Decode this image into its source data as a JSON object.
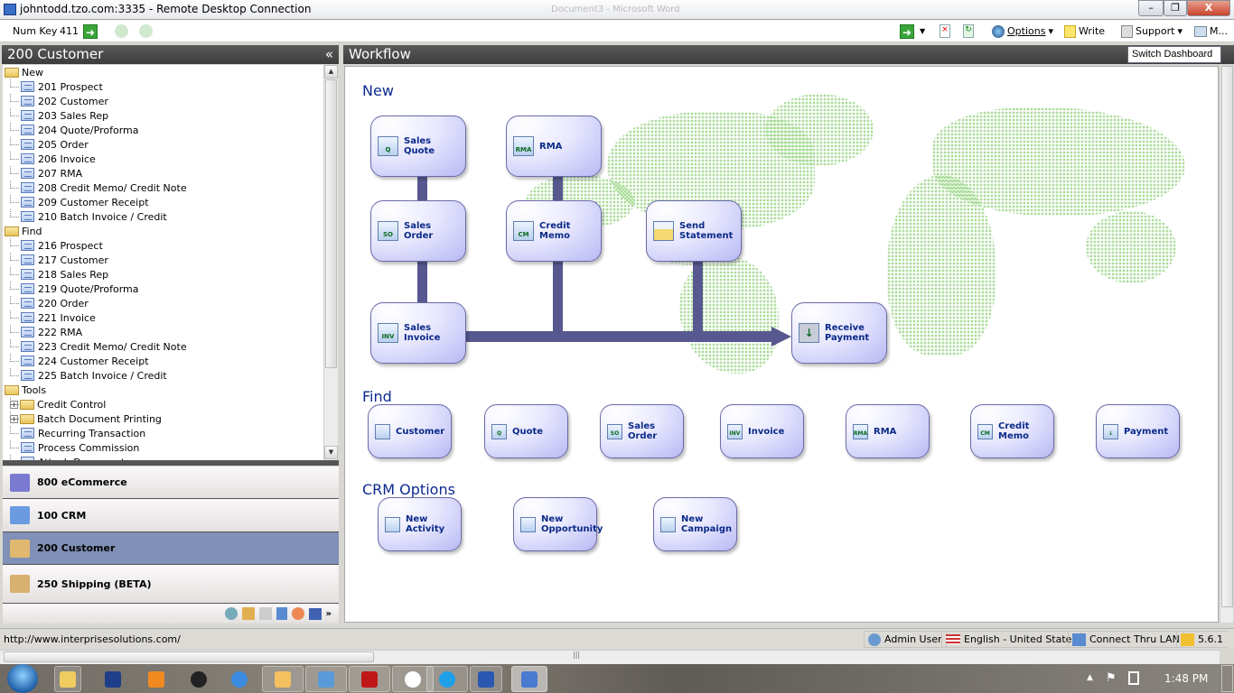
{
  "window": {
    "title": "johntodd.tzo.com:3335 - Remote Desktop Connection",
    "background_title": "Document3 - Microsoft Word"
  },
  "toolbar": {
    "numkey_label": "Num Key",
    "numkey_value": "411",
    "options": "Options",
    "write": "Write",
    "support": "Support",
    "mail": "M..."
  },
  "left": {
    "title": "200 Customer",
    "collapse": "«",
    "tree": [
      {
        "type": "folder",
        "label": "New"
      },
      {
        "type": "doc",
        "label": "201 Prospect"
      },
      {
        "type": "doc",
        "label": "202 Customer"
      },
      {
        "type": "doc",
        "label": "203 Sales Rep"
      },
      {
        "type": "doc",
        "label": "204 Quote/Proforma"
      },
      {
        "type": "doc",
        "label": "205 Order"
      },
      {
        "type": "doc",
        "label": "206 Invoice"
      },
      {
        "type": "doc",
        "label": "207 RMA"
      },
      {
        "type": "doc",
        "label": "208 Credit Memo/ Credit Note"
      },
      {
        "type": "doc",
        "label": "209 Customer Receipt"
      },
      {
        "type": "doc",
        "label": "210 Batch Invoice / Credit"
      },
      {
        "type": "folder",
        "label": "Find"
      },
      {
        "type": "doc",
        "label": "216 Prospect"
      },
      {
        "type": "doc",
        "label": "217 Customer"
      },
      {
        "type": "doc",
        "label": "218 Sales Rep"
      },
      {
        "type": "doc",
        "label": "219 Quote/Proforma"
      },
      {
        "type": "doc",
        "label": "220 Order"
      },
      {
        "type": "doc",
        "label": "221 Invoice"
      },
      {
        "type": "doc",
        "label": "222 RMA"
      },
      {
        "type": "doc",
        "label": "223 Credit Memo/ Credit Note"
      },
      {
        "type": "doc",
        "label": "224 Customer Receipt"
      },
      {
        "type": "doc",
        "label": "225 Batch Invoice / Credit"
      },
      {
        "type": "folder",
        "label": "Tools"
      },
      {
        "type": "subfolder",
        "label": "Credit Control"
      },
      {
        "type": "subfolder",
        "label": "Batch Document Printing"
      },
      {
        "type": "doc",
        "label": "Recurring Transaction"
      },
      {
        "type": "doc",
        "label": "Process Commission"
      },
      {
        "type": "doc",
        "label": "Attach Document"
      }
    ],
    "nav": [
      {
        "label": "800 eCommerce",
        "icon": "cart-icon"
      },
      {
        "label": "100 CRM",
        "icon": "crm-card-icon"
      },
      {
        "label": "200 Customer",
        "icon": "grocery-bag-icon",
        "selected": true
      },
      {
        "label": "250 Shipping (BETA)",
        "icon": "box-icon"
      }
    ]
  },
  "workflow": {
    "title": "Workflow",
    "switch": "Switch Dashboard",
    "new_heading": "New",
    "find_heading": "Find",
    "crm_heading": "CRM Options",
    "new": {
      "sales_quote": {
        "label": "Sales\nQuote",
        "badge": "Q"
      },
      "rma": {
        "label": "RMA",
        "badge": "RMA"
      },
      "sales_order": {
        "label": "Sales\nOrder",
        "badge": "SO"
      },
      "credit_memo": {
        "label": "Credit\nMemo",
        "badge": "CM"
      },
      "send_statement": {
        "label": "Send\nStatement",
        "badge": ""
      },
      "sales_invoice": {
        "label": "Sales\nInvoice",
        "badge": "INV"
      },
      "receive_payment": {
        "label": "Receive\nPayment",
        "badge": "↓"
      }
    },
    "find": [
      {
        "label": "Customer",
        "badge": ""
      },
      {
        "label": "Quote",
        "badge": "Q"
      },
      {
        "label": "Sales\nOrder",
        "badge": "SO"
      },
      {
        "label": "Invoice",
        "badge": "INV"
      },
      {
        "label": "RMA",
        "badge": "RMA"
      },
      {
        "label": "Credit\nMemo",
        "badge": "CM"
      },
      {
        "label": "Payment",
        "badge": "↓"
      }
    ],
    "crm": [
      {
        "label": "New\nActivity"
      },
      {
        "label": "New\nOpportunity"
      },
      {
        "label": "New\nCampaign"
      }
    ]
  },
  "status": {
    "url": "http://www.interprisesolutions.com/",
    "user": "Admin User",
    "language": "English - United States",
    "connection": "Connect Thru LAN",
    "version": "5.6.1"
  },
  "taskbar": {
    "clock": "1:48 PM"
  },
  "colors": {
    "tile_text": "#0b2a88",
    "connector": "#585890",
    "nav_selected": "#8090b6"
  }
}
